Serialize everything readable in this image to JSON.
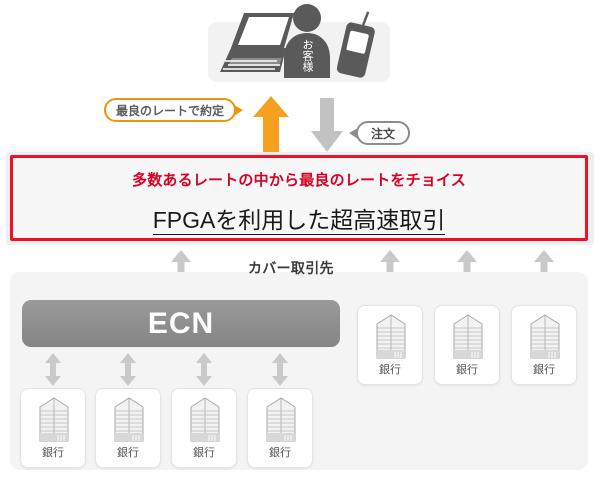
{
  "customer": {
    "figure_icon": "person-with-laptop-and-mobile-icon",
    "laptop_icon": "laptop-icon",
    "mobile_icon": "mobile-phone-icon",
    "person_icon": "person-icon",
    "label": "お客様"
  },
  "callouts": {
    "best_rate": {
      "text": "最良のレートで約定",
      "border_color": "#e8960a",
      "text_color": "#5c5c5c"
    },
    "order": {
      "text": "注文",
      "border_color": "#8d8d8d",
      "text_color": "#4a4a4a"
    }
  },
  "flow_arrows": {
    "up_arrow_icon": "arrow-up-icon",
    "up_arrow_color": "#f5a01e",
    "down_arrow_icon": "arrow-down-icon",
    "down_arrow_color": "#bfbfbf"
  },
  "highlight_box": {
    "line1": "多数あるレートの中から最良のレートをチョイス",
    "line2": "FPGAを利用した超高速取引",
    "border_color": "#f01028",
    "line1_color": "#d80023",
    "line2_color": "#1a1a1a",
    "background": "#f7f7f7"
  },
  "cover_section": {
    "title": "カバー取引先",
    "ecn": {
      "label": "ECN",
      "bar_color": "#8e8e8e",
      "text_color": "#ffffff"
    },
    "ecn_banks": [
      {
        "label": "銀行",
        "icon": "bank-building-icon"
      },
      {
        "label": "銀行",
        "icon": "bank-building-icon"
      },
      {
        "label": "銀行",
        "icon": "bank-building-icon"
      },
      {
        "label": "銀行",
        "icon": "bank-building-icon"
      }
    ],
    "direct_banks": [
      {
        "label": "銀行",
        "icon": "bank-building-icon"
      },
      {
        "label": "銀行",
        "icon": "bank-building-icon"
      },
      {
        "label": "銀行",
        "icon": "bank-building-icon"
      }
    ],
    "connector_icon": "double-headed-vertical-arrow-icon",
    "connector_color": "#c9c9c9"
  }
}
